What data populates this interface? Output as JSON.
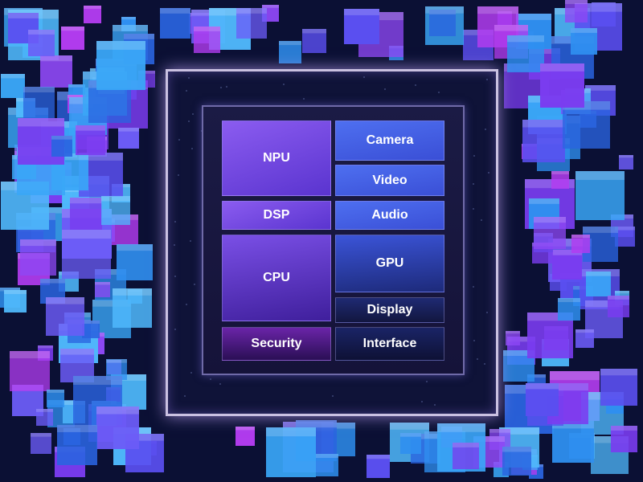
{
  "chip": {
    "blocks": [
      {
        "id": "npu",
        "label": "NPU"
      },
      {
        "id": "camera",
        "label": "Camera"
      },
      {
        "id": "video",
        "label": "Video"
      },
      {
        "id": "dsp",
        "label": "DSP"
      },
      {
        "id": "audio",
        "label": "Audio"
      },
      {
        "id": "cpu",
        "label": "CPU"
      },
      {
        "id": "gpu",
        "label": "GPU"
      },
      {
        "id": "display",
        "label": "Display"
      },
      {
        "id": "security",
        "label": "Security"
      },
      {
        "id": "interface",
        "label": "Interface"
      }
    ]
  },
  "colors": {
    "background": "#0a0f2c",
    "cube_blue": "#3aa0f5",
    "cube_purple": "#7a3cf0",
    "cube_magenta": "#b23cf0",
    "frame_glow": "#e6dcff"
  }
}
